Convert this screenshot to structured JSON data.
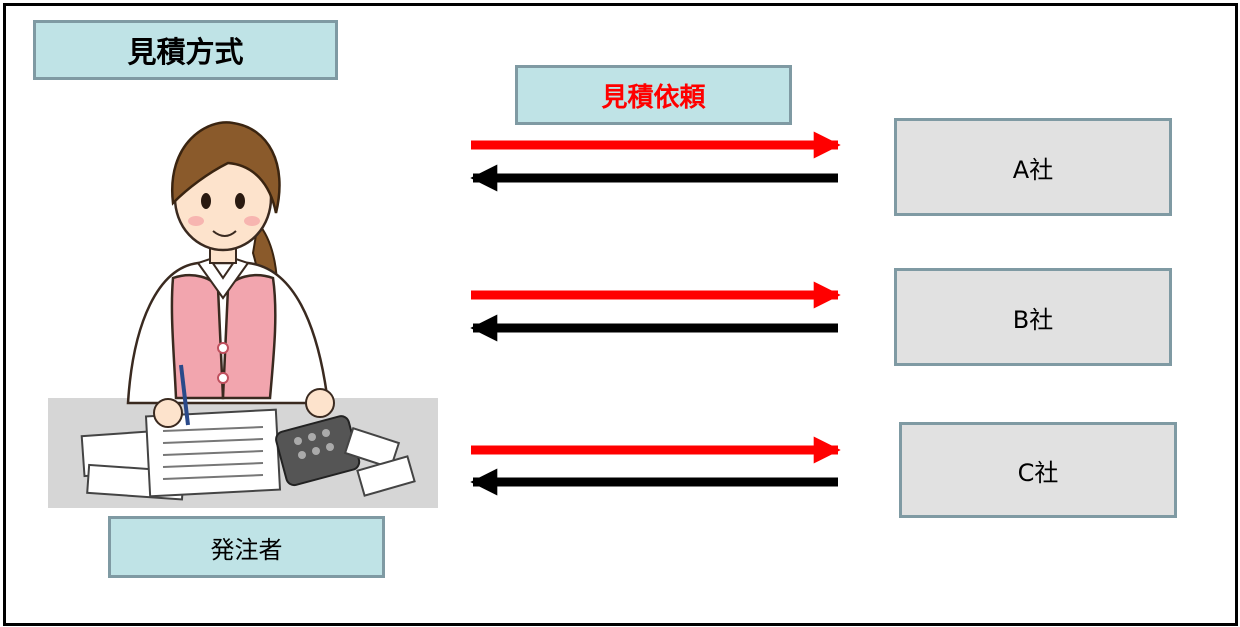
{
  "title": "見積方式",
  "request_label": "見積依頼",
  "orderer_label": "発注者",
  "companies": [
    "A社",
    "B社",
    "C社"
  ],
  "colors": {
    "request_text": "#ff0000",
    "request_arrow": "#ff0000",
    "response_arrow": "#000000",
    "label_fill": "#bfe3e6",
    "company_fill": "#e1e1e1",
    "box_border": "#7f9aa3"
  },
  "icons": {
    "illustration": "woman-calculating-estimate-icon"
  }
}
